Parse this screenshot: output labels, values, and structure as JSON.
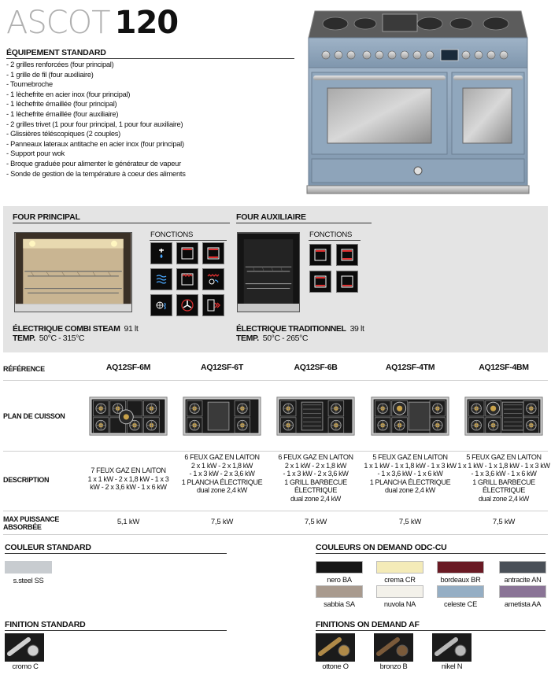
{
  "header": {
    "title_light": "ASCOT",
    "title_bold": "120"
  },
  "equipment": {
    "heading": "ÉQUIPEMENT STANDARD",
    "items": [
      "- 2 grilles renforcées (four principal)",
      "- 1 grille de fil (four auxiliaire)",
      "- Tournebroche",
      "- 1 lèchefrite en acier inox (four principal)",
      "- 1 lèchefrite émaillée (four principal)",
      "- 1 lèchefrite émaillée (four auxiliaire)",
      "- 2 grilles trivet (1 pour four principal, 1 pour four auxiliaire)",
      "- Glissières téléscopiques (2 couples)",
      "- Panneaux lateraux antitache en acier inox (four principal)",
      "- Support pour wok",
      "- Broque graduée pour alimenter le générateur de vapeur",
      "- Sonde de gestion de la température à coeur des aliments"
    ]
  },
  "ovens": {
    "main": {
      "heading": "FOUR PRINCIPAL",
      "functions_label": "FONCTIONS",
      "type": "ÉLECTRIQUE COMBI STEAM",
      "volume": "91 lt",
      "temp_label": "TEMP.",
      "temp_range": "50°C - 315°C",
      "icons": [
        "steam-icon",
        "top-heat-icon",
        "bottom-heat-icon",
        "steam-heat-icon",
        "grill-icon",
        "fan-grill-icon",
        "fan-steam-icon",
        "fan-icon",
        "defrost-icon"
      ]
    },
    "aux": {
      "heading": "FOUR AUXILIAIRE",
      "functions_label": "FONCTIONS",
      "type": "ÉLECTRIQUE TRADITIONNEL",
      "volume": "39 lt",
      "temp_label": "TEMP.",
      "temp_range": "50°C - 265°C",
      "icons": [
        "top-heat-icon",
        "bottom-heat-icon",
        "top-bottom-heat-icon",
        "bottom-only-heat-icon"
      ]
    }
  },
  "table": {
    "row_labels": {
      "reference": "RÉFÉRENCE",
      "cooktop": "PLAN DE CUISSON",
      "description": "DESCRIPTION",
      "power_line1": "MAX PUISSANCE",
      "power_line2": "ABSORBÉE"
    },
    "models": [
      {
        "ref": "AQ12SF-6M",
        "desc": [
          "7 FEUX GAZ EN LAITON",
          "1 x 1 kW - 2 x 1,8 kW - 1 x 3",
          "kW - 2 x 3,6 kW - 1 x 6 kW",
          "",
          ""
        ],
        "power": "5,1 kW",
        "layout": "6burners"
      },
      {
        "ref": "AQ12SF-6T",
        "desc": [
          "6 FEUX GAZ EN LAITON",
          "2 x 1 kW - 2 x 1,8 kW",
          "- 1 x 3 kW - 2 x 3,6 kW",
          "1 PLANCHA ÉLECTRIQUE",
          "dual zone 2,4 kW"
        ],
        "power": "7,5 kW",
        "layout": "plancha-mid"
      },
      {
        "ref": "AQ12SF-6B",
        "desc": [
          "6 FEUX GAZ EN LAITON",
          "2 x 1 kW - 2 x 1,8 kW",
          "- 1 x 3 kW - 2 x 3,6 kW",
          "1 GRILL BARBECUE ÉLECTRIQUE",
          "dual zone 2,4 kW"
        ],
        "power": "7,5 kW",
        "layout": "grill-mid"
      },
      {
        "ref": "AQ12SF-4TM",
        "desc": [
          "5 FEUX GAZ EN LAITON",
          "1 x 1 kW - 1 x 1,8 kW - 1 x 3 kW",
          "- 1 x 3,6 kW - 1 x 6 kW",
          "1 PLANCHA ÉLECTRIQUE",
          "dual zone 2,4 kW"
        ],
        "power": "7,5 kW",
        "layout": "plancha-right"
      },
      {
        "ref": "AQ12SF-4BM",
        "desc": [
          "5 FEUX GAZ EN LAITON",
          "1 x 1 kW - 1 x 1,8 kW - 1 x 3 kW",
          "- 1 x 3,6 kW - 1 x 6 kW",
          "1 GRILL BARBECUE ÉLECTRIQUE",
          "dual zone 2,4 kW"
        ],
        "power": "7,5 kW",
        "layout": "grill-right"
      }
    ]
  },
  "colors": {
    "standard_heading": "COULEUR STANDARD",
    "standard": [
      {
        "label": "s.steel SS",
        "hex": "#c8ccd0"
      }
    ],
    "ondemand_heading": "COULEURS ON DEMAND ODC-CU",
    "ondemand": [
      {
        "label": "nero BA",
        "hex": "#161616"
      },
      {
        "label": "crema CR",
        "hex": "#f4ebb8"
      },
      {
        "label": "bordeaux BR",
        "hex": "#6a1a24"
      },
      {
        "label": "antracite AN",
        "hex": "#4a5058"
      },
      {
        "label": "sabbia SA",
        "hex": "#a89a8e"
      },
      {
        "label": "nuvola NA",
        "hex": "#f3f1ea"
      },
      {
        "label": "celeste CE",
        "hex": "#95aec4"
      },
      {
        "label": "ametista AA",
        "hex": "#8a7496"
      }
    ]
  },
  "finishes": {
    "standard_heading": "FINITION STANDARD",
    "standard": [
      {
        "label": "cromo C",
        "hex": "#d0d0d0"
      }
    ],
    "ondemand_heading": "FINITIONS ON DEMAND AF",
    "ondemand": [
      {
        "label": "ottone O",
        "hex": "#b08a48"
      },
      {
        "label": "bronzo B",
        "hex": "#7a5a3a"
      },
      {
        "label": "nikel N",
        "hex": "#b8b8b8"
      }
    ]
  },
  "accent": {
    "range_body": "#8ea4ba",
    "panel_bg": "#e4e4e4"
  }
}
